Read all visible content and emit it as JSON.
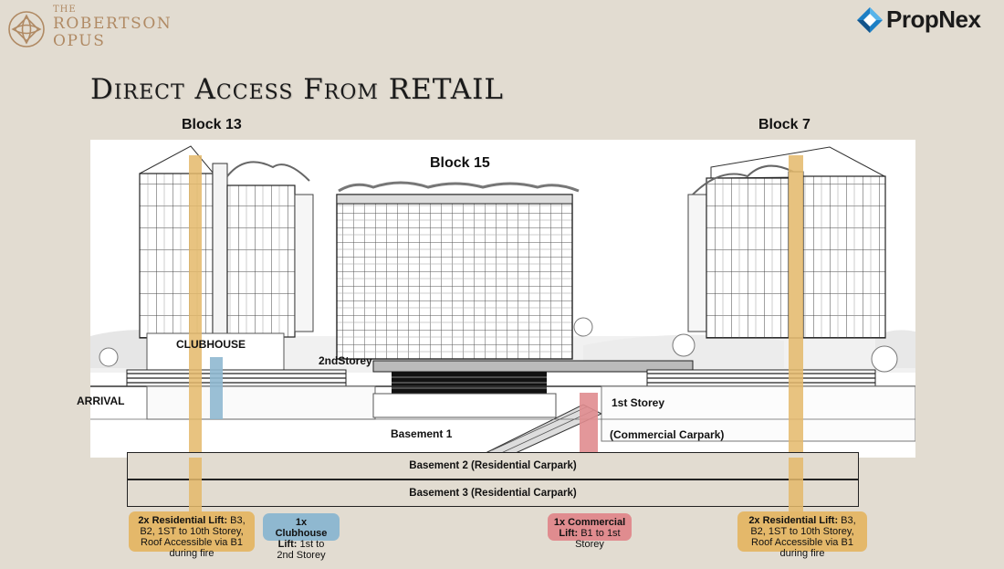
{
  "brand": {
    "small": "THE",
    "line1": "ROBERTSON",
    "line2": "OPUS"
  },
  "partner": {
    "name": "PropNex"
  },
  "title": "Direct Access From RETAIL",
  "blocks": {
    "block13": "Block 13",
    "block15": "Block 15",
    "block7": "Block 7"
  },
  "labels": {
    "clubhouse": "CLUBHOUSE",
    "second_storey": "2ndStorey",
    "arrival": "ARRIVAL",
    "first_storey": "1st Storey",
    "basement1": "Basement 1",
    "commercial_carpark": "(Commercial Carpark)",
    "basement2": "Basement 2 (Residential Carpark)",
    "basement3": "Basement 3 (Residential Carpark)"
  },
  "cards": {
    "left_res": {
      "title": "2x Residential Lift:",
      "body": "B3, B2, 1ST to 10th Storey, Roof Accessible via B1 during fire"
    },
    "clubhouse": {
      "title": "1x Clubhouse Lift:",
      "body": "1st to 2nd Storey"
    },
    "commercial": {
      "title": "1x Commercial Lift:",
      "body": "B1 to 1st Storey"
    },
    "right_res": {
      "title": "2x Residential Lift:",
      "body": "B3, B2, 1ST to 10th Storey, Roof Accessible via B1 during fire"
    }
  },
  "colors": {
    "background": "#e2dcd1",
    "brand_gold": "#b08a64",
    "residential_lift": "#e4b86a",
    "clubhouse_lift": "#8fb8d0",
    "commercial_lift": "#e08c8f",
    "propnex_blue": "#1d7fc4"
  },
  "icons": [
    "robertson-opus-logo-icon",
    "propnex-logo-icon"
  ]
}
